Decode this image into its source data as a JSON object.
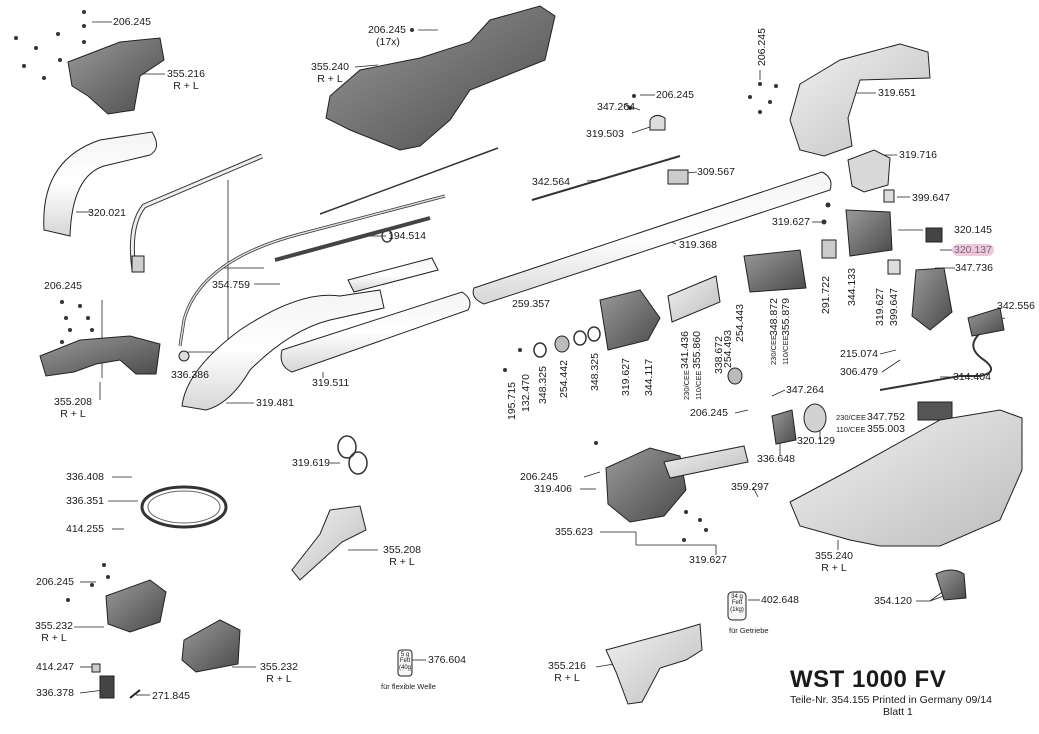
{
  "title": "WST 1000 FV",
  "subtitle": "Teile-Nr. 354.155  Printed in Germany 09/14",
  "sheet": "Blatt 1",
  "highlight_color": "#f2c7d8",
  "labels": {
    "p206245_a": "206.245",
    "p355216_a": "355.216",
    "p355216_a_rl": "R + L",
    "p206245_b": "206.245",
    "p206245_b_qty": "(17x)",
    "p355240_a": "355.240",
    "p355240_a_rl": "R + L",
    "p206245_c": "206.245",
    "p347264_a": "347.264",
    "p319503": "319.503",
    "p206245_d": "206.245",
    "p319651": "319.651",
    "p319716": "319.716",
    "p320021": "320.021",
    "p342564": "342.564",
    "p309567": "309.567",
    "p399647_a": "399.647",
    "p319627_a": "319.627",
    "p320145": "320.145",
    "p320137": "320.137",
    "p194514": "194.514",
    "p319368": "319.368",
    "p347736": "347.736",
    "p354759": "354.759",
    "p206245_e": "206.245",
    "p259357": "259.357",
    "p342556": "342.556",
    "p336386": "336.386",
    "p319481": "319.481",
    "p319511": "319.511",
    "p355208_a": "355.208",
    "p355208_a_rl": "R + L",
    "p215074": "215.074",
    "p306479": "306.479",
    "p314404": "314.404",
    "p347264_b": "347.264",
    "p206245_f": "206.245",
    "p336648": "336.648",
    "p320129": "320.129",
    "p347752": "347.752",
    "p355003": "355.003",
    "cee230": "230/CEE",
    "cee110": "110/CEE",
    "p319619": "319.619",
    "p336408": "336.408",
    "p336351": "336.351",
    "p414255": "414.255",
    "p206245_g": "206.245",
    "p319406": "319.406",
    "p359297": "359.297",
    "p355623": "355.623",
    "p319627_b": "319.627",
    "p355208_b": "355.208",
    "p355208_b_rl": "R + L",
    "p355240_b": "355.240",
    "p355240_b_rl": "R + L",
    "p206245_h": "206.245",
    "p355232_a": "355.232",
    "p355232_a_rl": "R + L",
    "p354120": "354.120",
    "p402648": "402.648",
    "fuer_getriebe": "für Getriebe",
    "p414247": "414.247",
    "p355232_b": "355.232",
    "p355232_b_rl": "R + L",
    "p376604": "376.604",
    "fuer_welle": "für flexible Welle",
    "p355216_b": "355.216",
    "p355216_b_rl": "R + L",
    "p336378": "336.378",
    "p271845": "271.845",
    "grease1_top": "5 g",
    "grease1_mid": "Fett",
    "grease1_bot": "(40g)",
    "grease2_top": "34 g",
    "grease2_mid": "Fett",
    "grease2_bot": "(1kg)"
  },
  "vertical_labels": {
    "v195715": "195.715",
    "v132470": "132.470",
    "v348325_a": "348.325",
    "v254442": "254.442",
    "v348325_b": "348.325",
    "v319627": "319.627",
    "v344117": "344.117",
    "v341436": "341.436",
    "v355860": "355.860",
    "v338672": "338.672",
    "v254493": "254.493",
    "v254443": "254.443",
    "v348872": "348.872",
    "v355879": "355.879",
    "v291722": "291.722",
    "v344133": "344.133",
    "v319627_c": "319.627",
    "v399647_b": "399.647",
    "v206245_top": "206.245",
    "v230cee": "230/CEE",
    "v110cee": "110/CEE"
  }
}
